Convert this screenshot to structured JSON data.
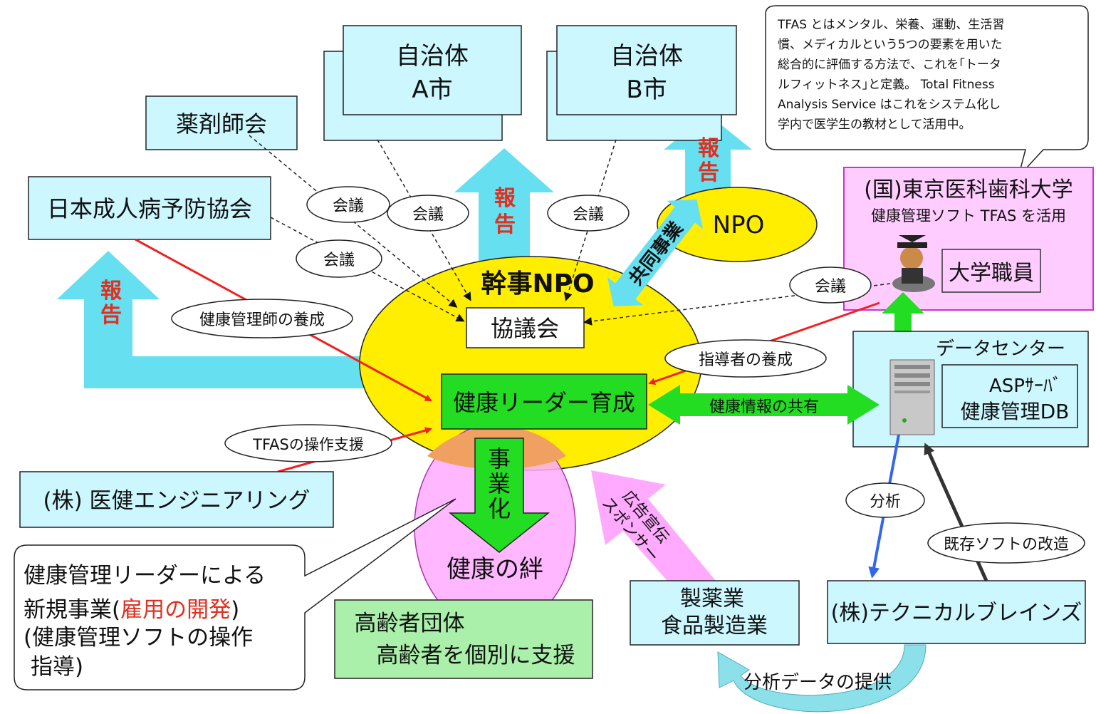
{
  "callout_note": [
    "TFAS とはメンタル、栄養、運動、生活習",
    "慣、メディカルという5つの要素を用いた",
    "総合的に評価する方法で、これを｢トータ",
    "ルフィットネス｣と定義。 Total Fitness",
    "Analysis Service はこれをシステム化し",
    "学内で医学生の教材として活用中。"
  ],
  "municipality_a": [
    "自治体",
    "A市"
  ],
  "municipality_b": [
    "自治体",
    "B市"
  ],
  "pharmacist_assoc": "薬剤師会",
  "adult_disease_assoc": "日本成人病予防協会",
  "npo": "NPO",
  "university": {
    "title": "(国)東京医科歯科大学",
    "subtitle": "健康管理ソフト TFAS を活用",
    "staff": "大学職員"
  },
  "lead_npo": "幹事NPO",
  "council": "協議会",
  "health_leader": "健康リーダー育成",
  "data_center": {
    "title": "データセンター",
    "server": [
      "ASPｻｰﾊﾞ",
      "健康管理DB"
    ]
  },
  "ikeni_engineering": "(株) 医健エンジニアリング",
  "health_bond": "健康の絆",
  "business": [
    "事",
    "業",
    "化"
  ],
  "new_business_note": {
    "line1": "健康管理リーダーによる",
    "line2_pre": "新規事業(",
    "line2_red": "雇用の開発",
    "line2_post": ")",
    "line3": "(健康管理ソフトの操作",
    "line4": "指導)"
  },
  "elderly_group": [
    "高齢者団体",
    "高齢者を個別に支援"
  ],
  "pharma_food": [
    "製薬業",
    "食品製造業"
  ],
  "technical_brains": "(株)テクニカルブレインズ",
  "labels": {
    "meeting": "会議",
    "report": [
      "報",
      "告"
    ],
    "joint_project": "共同事業",
    "leader_training": "健康管理師の養成",
    "instructor_training": "指導者の養成",
    "info_sharing": "健康情報の共有",
    "tfas_support": "TFASの操作支援",
    "analysis": "分析",
    "software_mod": "既存ソフトの改造",
    "data_provision": "分析データの提供",
    "ads_sponsor": [
      "広告宣伝",
      "スポンサー"
    ]
  },
  "colors": {
    "cyan_box": "#ccf7ff",
    "cyan_arrow": "#66e0f0",
    "yellow": "#ffee00",
    "green": "#22dd22",
    "pink_box": "#ffccff",
    "pink_arrow": "#ffaaff",
    "red_text": "#e03020",
    "red_arrow": "#ee2222"
  }
}
